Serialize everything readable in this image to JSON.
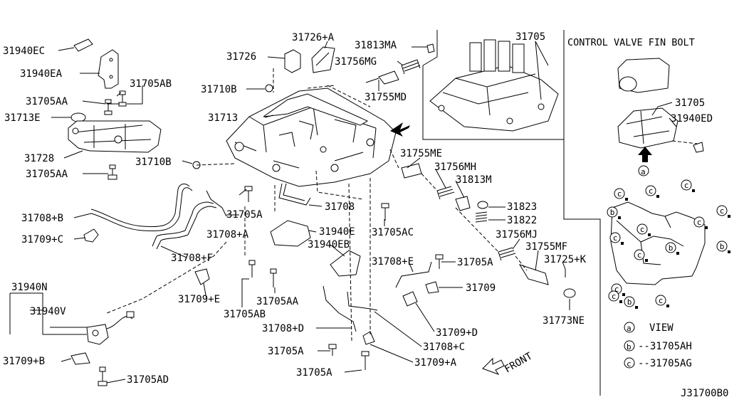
{
  "diagram": {
    "drawing_number": "J31700B0",
    "front_label": "FRONT",
    "inset": {
      "title": "CONTROL VALVE FIN BOLT",
      "labels": {
        "part_a": "31705",
        "part_b": "31940ED"
      },
      "view_marker": "a",
      "bolt_marker_b": "b",
      "bolt_marker_c": "c",
      "legend": [
        {
          "marker": "a",
          "text": "VIEW"
        },
        {
          "marker": "b",
          "text": "--31705AH"
        },
        {
          "marker": "c",
          "text": "--31705AG"
        }
      ]
    },
    "parts": {
      "p31940EC": "31940EC",
      "p31940EA": "31940EA",
      "p31705AA_1": "31705AA",
      "p31705AB_1": "31705AB",
      "p31713E": "31713E",
      "p31728": "31728",
      "p31705AA_2": "31705AA",
      "p31726A": "31726+A",
      "p31726": "31726",
      "p31813MA": "31813MA",
      "p31756MG": "31756MG",
      "p31710B_1": "31710B",
      "p31755MD": "31755MD",
      "p31713": "31713",
      "p31705_top": "31705",
      "p31710B_2": "31710B",
      "p31755ME": "31755ME",
      "p31756MH": "31756MH",
      "p31813M": "31813M",
      "p31708": "31708",
      "p31823": "31823",
      "p31822": "31822",
      "p31708B": "31708+B",
      "p31705A_1": "31705A",
      "p31708A": "31708+A",
      "p31940E": "31940E",
      "p31705AC": "31705AC",
      "p31756MJ": "31756MJ",
      "p31709C": "31709+C",
      "p31940EB": "31940EB",
      "p31755MF": "31755MF",
      "p31708F": "31708+F",
      "p31708E": "31708+E",
      "p31705A_2": "31705A",
      "p31725K": "31725+K",
      "p31940N": "31940N",
      "p31709E": "31709+E",
      "p31709": "31709",
      "p31940V": "31940V",
      "p31705AB_2": "31705AB",
      "p31705AA_3": "31705AA",
      "p31773NE": "31773NE",
      "p31708D": "31708+D",
      "p31709D": "31709+D",
      "p31705A_3": "31705A",
      "p31708C": "31708+C",
      "p31709B": "31709+B",
      "p31709A": "31709+A",
      "p31705A_4": "31705A",
      "p31705AD": "31705AD"
    }
  }
}
